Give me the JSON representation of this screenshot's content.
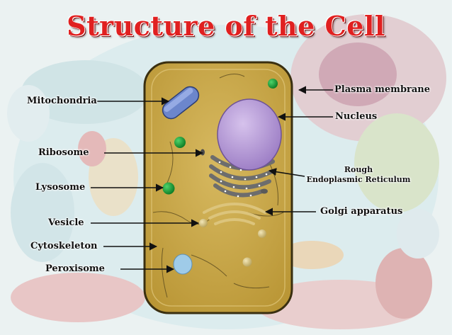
{
  "title": "Structure of the Cell",
  "labels": {
    "mitochondria": "Mitochondria",
    "ribosome": "Ribosome",
    "lysosome": "Lysosome",
    "vesicle": "Vesicle",
    "cytoskeleton": "Cytoskeleton",
    "peroxisome": "Peroxisome",
    "plasma_membrane": "Plasma membrane",
    "nucleus": "Nucleus",
    "rough_er_line1": "Rough",
    "rough_er_line2": "Endoplasmic Reticulum",
    "golgi": "Golgi apparatus"
  },
  "colors": {
    "title": "#e02020",
    "cell_fill": "#c9a84c",
    "cell_border": "#3a2f10",
    "nucleus": "#b89cd6",
    "mitochondria": "#6c86cc",
    "green_organelle": "#1aa33a",
    "golgi": "#d9c27a",
    "peroxisome": "#9fcbe8"
  }
}
